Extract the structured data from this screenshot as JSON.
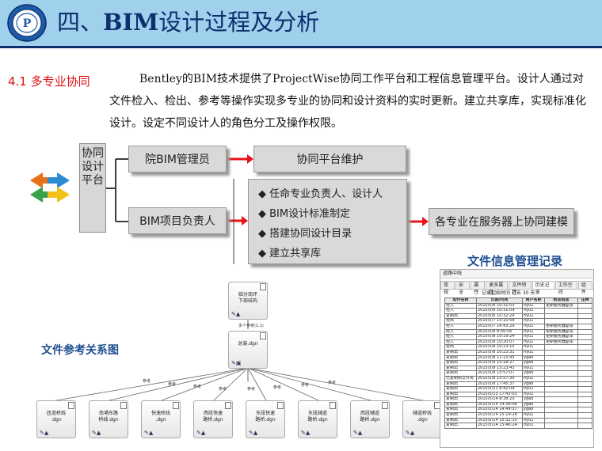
{
  "header": {
    "title_prefix": "四、",
    "title_bim": "BIM",
    "title_suffix": "设计过程及分析"
  },
  "section": {
    "label": "4.1   多专业协同",
    "intro": "Bentley的BIM技术提供了ProjectWise协同工作平台和工程信息管理平台。设计人通过对文件检入、检出、参考等操作实现多专业的协同和设计资料的实时更新。建立共享库，实现标准化设计。设定不同设计人的角色分工及操作权限。"
  },
  "flowchart": {
    "root_label": "协同设计平台",
    "admin": "院BIM管理员",
    "admin_task": "协同平台维护",
    "lead": "BIM项目负责人",
    "lead_tasks": [
      "◆ 任命专业负责人、设计人",
      "◆ BIM设计标准制定",
      "◆ 搭建协同设计目录",
      "◆ 建立共享库"
    ],
    "result": "各专业在服务器上协同建模",
    "colors": {
      "box_fill": "#d9d9d9",
      "arrow": "#e8121b",
      "line": "#3c3c3c"
    }
  },
  "captions": {
    "records": "文件信息管理记录",
    "references": "文件参考关系图"
  },
  "reference_diagram": {
    "top_node": "临分南环\n下部结构",
    "top_edge": "多个参考(1,1)",
    "master_node": "总装.dgn",
    "children": [
      {
        "name": "匝道桥线\n.dgn",
        "edge": "参考"
      },
      {
        "name": "南埇东路\n桥线.dgn",
        "edge": "参考"
      },
      {
        "name": "快速桥线\n.dgn",
        "edge": "参考"
      },
      {
        "name": "西段快速\n路桥.dgn",
        "edge": "参考"
      },
      {
        "name": "东段快速\n路桥.dgn",
        "edge": "参考"
      },
      {
        "name": "东段辅道\n路桥.dgn",
        "edge": "参考"
      },
      {
        "name": "西段辅道\n路桥.dgn",
        "edge": "参考"
      },
      {
        "name": "辅道桥线\n.dgn",
        "edge": "参考"
      }
    ]
  },
  "record_window": {
    "title": "道路中线",
    "tabs": [
      "常规",
      "安全",
      "属性",
      "更多属性",
      "文件特性",
      "历史记录",
      "工作空间",
      "组件"
    ],
    "active_tab": "历史记录",
    "filter": "记录起始时间 过去 30 天",
    "columns": [
      "动作名称",
      "日期/时间",
      "用户名称",
      "附加信息",
      "注释"
    ],
    "rows": [
      [
        "检入",
        "2015/5/6 10:31:03",
        "hyu1",
        "更新服务器副本",
        ""
      ],
      [
        "检入",
        "2015/5/6 10:31:09",
        "hyu1",
        "",
        ""
      ],
      [
        "复制出",
        "2015/5/6 10:32:29",
        "hyu1",
        "",
        ""
      ],
      [
        "检出",
        "2015/5/7 15:10:58",
        "hyu1",
        "",
        ""
      ],
      [
        "检入",
        "2015/5/7 16:43:29",
        "hyu1",
        "更新服务器副本",
        ""
      ],
      [
        "检入",
        "2015/5/8 8:56:56",
        "hyu1",
        "更新服务器副本",
        ""
      ],
      [
        "检入",
        "2015/5/8 10:19:24",
        "hyu1",
        "更新服务器副本",
        ""
      ],
      [
        "检入",
        "2015/5/8 10:20:07",
        "hyu1",
        "更新服务器副本",
        ""
      ],
      [
        "检出",
        "2015/5/8 10:23:15",
        "hyu1",
        "",
        ""
      ],
      [
        "复制出",
        "2015/5/8 10:23:31",
        "hyu1",
        "",
        ""
      ],
      [
        "复制出",
        "2015/5/8 11:15:45",
        "ygao",
        "",
        ""
      ],
      [
        "复制出",
        "2015/5/9 15:18:27",
        "ygao",
        "",
        ""
      ],
      [
        "复制出",
        "2015/5/8 15:23:43",
        "hyu1",
        "",
        ""
      ],
      [
        "复制出",
        "2015/5/8 15:57:07",
        "ygao",
        "",
        ""
      ],
      [
        "已复制到文件夹",
        "2015/5/8 15:57:30",
        "hyu1",
        "",
        ""
      ],
      [
        "复制出",
        "2015/5/8 17:45:37",
        "ygao",
        "",
        ""
      ],
      [
        "复制出",
        "2015/5/11 8:42:09",
        "hyu1",
        "",
        ""
      ],
      [
        "复制出",
        "2015/5/13 17:43:03",
        "hyu1",
        "",
        ""
      ],
      [
        "复制出",
        "2015/5/14 8:38:20",
        "ygao",
        "",
        ""
      ],
      [
        "复制出",
        "2015/5/14 14:36:08",
        "ygao",
        "",
        ""
      ],
      [
        "复制出",
        "2015/5/14 14:49:37",
        "ygao",
        "",
        ""
      ],
      [
        "复制出",
        "2015/5/14 15:19:28",
        "hyu1",
        "",
        ""
      ],
      [
        "复制出",
        "2015/5/14 15:32:10",
        "hyu1",
        "",
        ""
      ],
      [
        "复制出",
        "2015/5/14 15:46:24",
        "hyu1",
        "",
        ""
      ]
    ]
  }
}
